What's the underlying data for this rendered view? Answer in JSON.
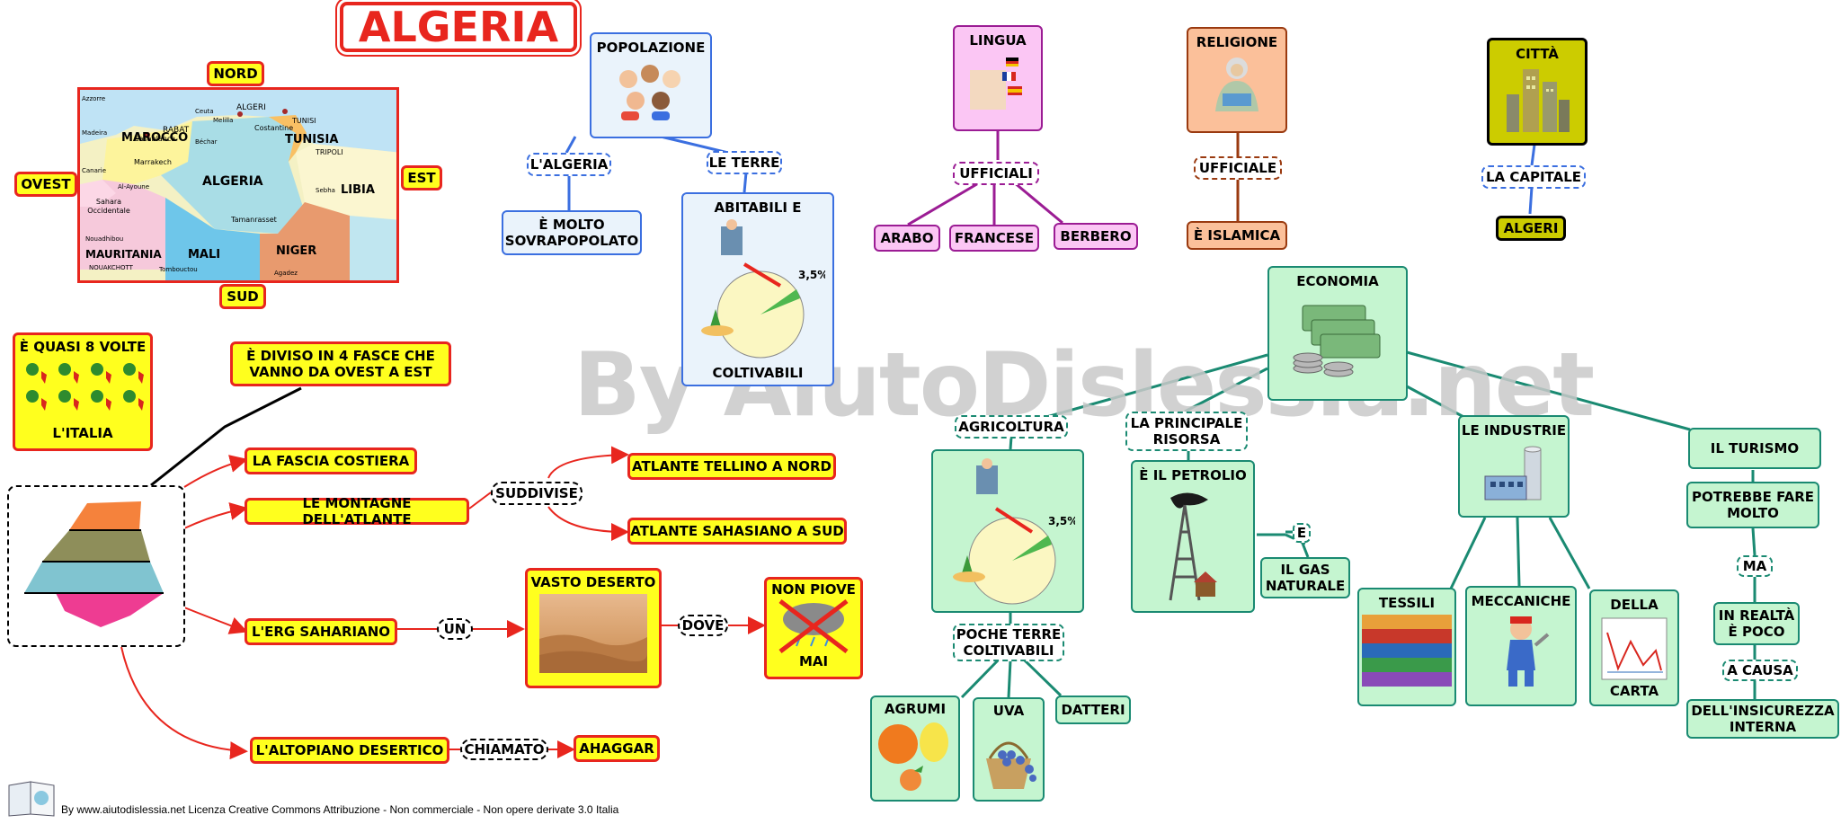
{
  "title": "ALGERIA",
  "watermark": "By AiutoDislessia.net",
  "footer": "By www.aiutodislessia.net Licenza Creative Commons Attribuzione - Non commerciale - Non opere derivate 3.0 Italia",
  "map": {
    "nord": "NORD",
    "sud": "SUD",
    "est": "EST",
    "ovest": "OVEST",
    "labels": {
      "marocco": "MAROCCO",
      "algeria": "ALGERIA",
      "tunisia": "TUNISIA",
      "libia": "LIBIA",
      "mauritania": "MAURITANIA",
      "mali": "MALI",
      "niger": "NIGER",
      "algeri": "ALGERI",
      "rabat": "RABAT",
      "casablanca": "Casablanca",
      "tunisi": "TUNISI",
      "tripoli": "TRIPOLI",
      "constantine": "Costantine",
      "tamanrasset": "Tamanrasset",
      "marrakech": "Marrakech",
      "sahara": "Sahara Occidentale",
      "sebha": "Sebha",
      "nouakchott": "NOUAKCHOTT",
      "nouadhibou": "Nouadhibou",
      "agadez": "Agadez",
      "tombouctou": "Tombouctou",
      "laayoune": "Al-Ayoune",
      "bechar": "Béchar",
      "azzorre": "Azzorre",
      "madeira": "Madeira",
      "canarie": "Canarie",
      "melilla": "Melilla",
      "ceuta": "Ceuta"
    }
  },
  "italia": {
    "top": "È QUASI 8 VOLTE",
    "bottom": "L'ITALIA"
  },
  "fasce": {
    "diviso": "È DIVISO IN 4 FASCE CHE VANNO DA OVEST A EST",
    "costiera": "LA FASCIA COSTIERA",
    "montagne": "LE MONTAGNE DELL'ATLANTE",
    "suddivise": "SUDDIVISE",
    "tellino": "ATLANTE TELLINO A NORD",
    "sahariano": "ATLANTE SAHASIANO A SUD",
    "erg": "L'ERG SAHARIANO",
    "un": "UN",
    "deserto": "VASTO DESERTO",
    "dove": "DOVE",
    "nonpiove": "NON PIOVE",
    "mai": "MAI",
    "altopiano": "L'ALTOPIANO DESERTICO",
    "chiamato": "CHIAMATO",
    "ahaggar": "AHAGGAR"
  },
  "popolazione": {
    "title": "POPOLAZIONE",
    "algeria": "L'ALGERIA",
    "sovrapopolato": "È MOLTO SOVRAPOPOLATO",
    "terre": "LE TERRE",
    "abitabili": "ABITABILI E",
    "coltivabili": "COLTIVABILI",
    "percent": "3,5%"
  },
  "lingua": {
    "title": "LINGUA",
    "ufficiali": "UFFICIALI",
    "arabo": "ARABO",
    "francese": "FRANCESE",
    "berbero": "BERBERO"
  },
  "religione": {
    "title": "RELIGIONE",
    "ufficiale": "UFFICIALE",
    "islamica": "È ISLAMICA"
  },
  "citta": {
    "title": "CITTÀ",
    "capitale": "LA CAPITALE",
    "algeri": "ALGERI"
  },
  "economia": {
    "title": "ECONOMIA",
    "agricoltura": "AGRICOLTURA",
    "percent": "3,5%",
    "poche": "POCHE TERRE COLTIVABILI",
    "agrumi": "AGRUMI",
    "uva": "UVA",
    "datteri": "DATTERI",
    "principale": "LA PRINCIPALE RISORSA",
    "petrolio": "È IL PETROLIO",
    "e": "E",
    "gas": "IL GAS NATURALE",
    "industrie": "LE INDUSTRIE",
    "tessili": "TESSILI",
    "meccaniche": "MECCANICHE",
    "della": "DELLA",
    "carta": "CARTA",
    "turismo": "IL TURISMO",
    "potrebbe": "POTREBBE FARE MOLTO",
    "ma": "MA",
    "realta": "IN REALTÀ È POCO",
    "causa": "A CAUSA",
    "insicurezza": "DELL'INSICUREZZA INTERNA"
  }
}
